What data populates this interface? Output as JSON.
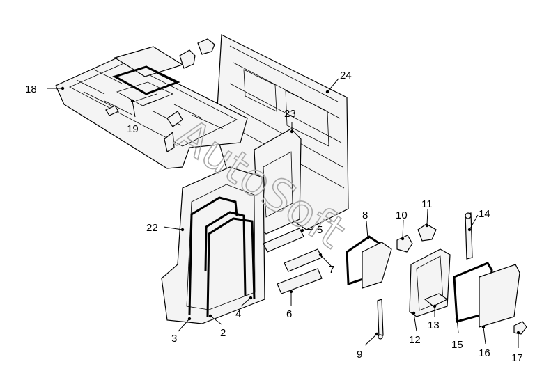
{
  "labels": [
    "2",
    "3",
    "4",
    "5",
    "6",
    "7",
    "8",
    "9",
    "10",
    "11",
    "12",
    "13",
    "14",
    "15",
    "16",
    "17",
    "18",
    "19",
    "22",
    "23",
    "24"
  ],
  "watermark": "AutoSoft"
}
